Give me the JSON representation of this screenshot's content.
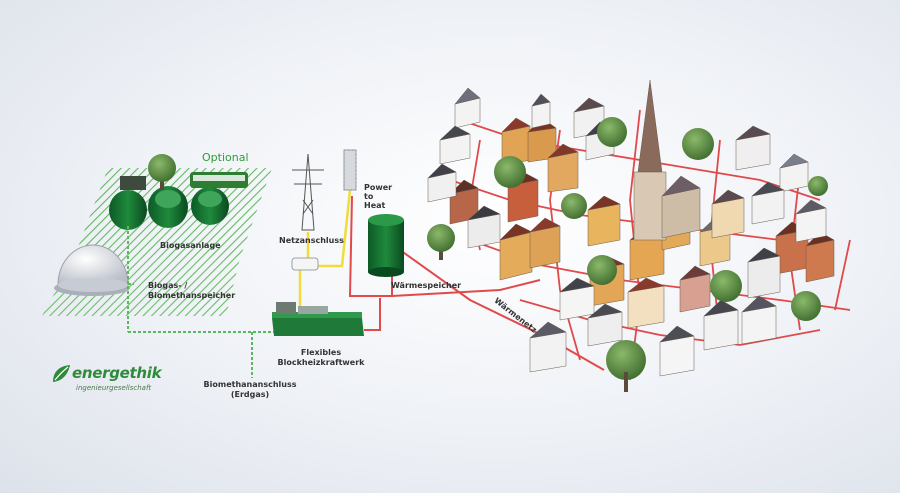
{
  "labels": {
    "optional": "Optional",
    "biogasanlage": "Biogasanlage",
    "speicher_line1": "Biogas- /",
    "speicher_line2": "Biomethanspeicher",
    "netzanschluss": "Netzanschluss",
    "p2h_line1": "Power",
    "p2h_line2": "to",
    "p2h_line3": "Heat",
    "waermespeicher": "Wärmespeicher",
    "waermenetz": "Wärmenetz",
    "bhkw_line1": "Flexibles",
    "bhkw_line2": "Blockheizkraftwerk",
    "bma_line1": "Biomethananschluss",
    "bma_line2": "(Erdgas)"
  },
  "logo": {
    "name": "energethik",
    "tagline": "ingenieurgesellschaft"
  },
  "colors": {
    "heat_network": "#e04a4a",
    "power_line": "#f2dc3a",
    "gas_line": "#5cb85c",
    "brand_green": "#2f9c3a"
  }
}
